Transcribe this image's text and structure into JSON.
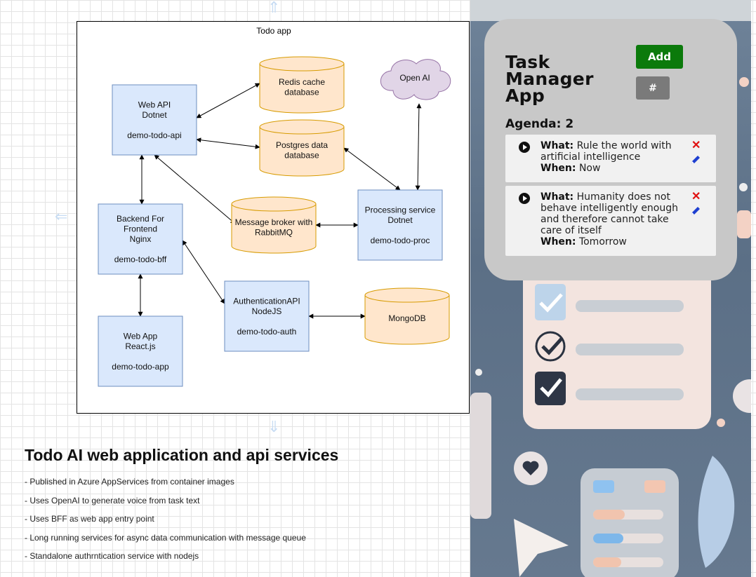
{
  "diagram": {
    "title": "Todo app",
    "nodes": [
      {
        "id": "web-api",
        "lines": [
          "Web API",
          "Dotnet",
          "",
          "demo-todo-api"
        ]
      },
      {
        "id": "bff",
        "lines": [
          "Backend For",
          "Frontend",
          "Nginx",
          "",
          "demo-todo-bff"
        ]
      },
      {
        "id": "web-app",
        "lines": [
          "Web App",
          "React.js",
          "",
          "demo-todo-app"
        ]
      },
      {
        "id": "auth-api",
        "lines": [
          "AuthenticationAPI",
          "NodeJS",
          "",
          "demo-todo-auth"
        ]
      },
      {
        "id": "processing",
        "lines": [
          "Processing service",
          "Dotnet",
          "",
          "demo-todo-proc"
        ]
      },
      {
        "id": "redis",
        "lines": [
          "Redis cache",
          "database"
        ]
      },
      {
        "id": "postgres",
        "lines": [
          "Postgres data",
          "database"
        ]
      },
      {
        "id": "rabbitmq",
        "lines": [
          "Message broker with",
          "RabbitMQ"
        ]
      },
      {
        "id": "mongodb",
        "lines": [
          "MongoDB"
        ]
      },
      {
        "id": "openai",
        "lines": [
          "Open AI"
        ]
      }
    ],
    "colors": {
      "box_fill": "#dae8fc",
      "box_stroke": "#6c8ebf",
      "db_fill": "#ffe6cc",
      "db_stroke": "#d79b00",
      "cloud_fill": "#e1d5e7",
      "cloud_stroke": "#9673a6"
    }
  },
  "notes": {
    "title": "Todo AI web application and api services",
    "items": [
      "- Published in Azure AppServices from container images",
      "- Uses OpenAI to generate voice from task text",
      "- Uses BFF as web app entry point",
      "- Long running services for async data communication with message queue",
      "- Standalone authrntication service with nodejs"
    ]
  },
  "app": {
    "title": "Task Manager App",
    "add_label": "Add",
    "hash_label": "#",
    "agenda_label": "Agenda:",
    "agenda_count": "2",
    "what_label": "What:",
    "when_label": "When:",
    "tasks": [
      {
        "what": "Rule the world with artificial intelligence",
        "when": "Now"
      },
      {
        "what": "Humanity does not behave intelligently enough and therefore cannot take care of itself",
        "when": "Tomorrow"
      }
    ],
    "colors": {
      "add": "#0b7a0b",
      "hash": "#7a7a7a",
      "delete": "#e01010",
      "edit": "#1e3fd0",
      "card": "#c8c8c8"
    }
  }
}
